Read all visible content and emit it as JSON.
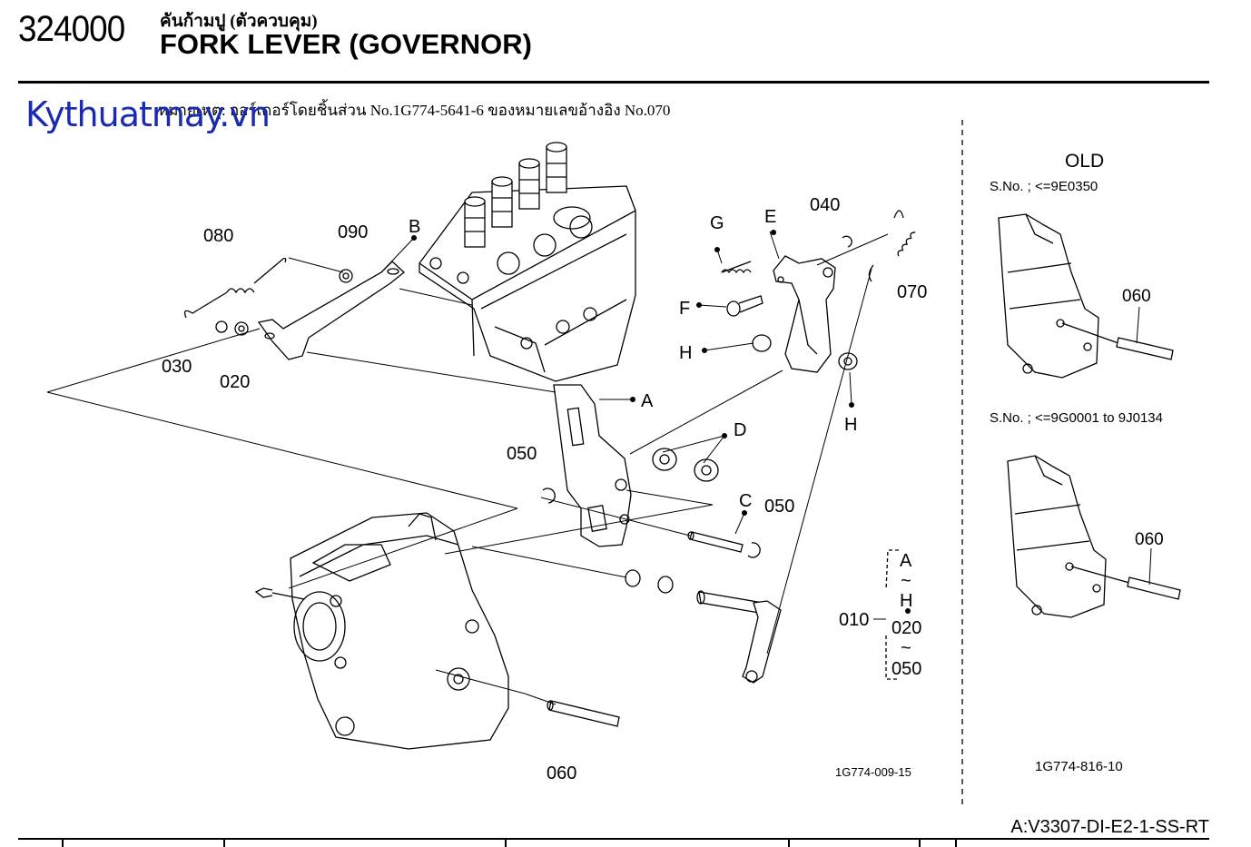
{
  "header": {
    "page_number": "324000",
    "title_thai": "คันก้ามปู (ตัวควบคุม)",
    "title_en": "FORK LEVER (GOVERNOR)"
  },
  "watermark": "Kythuatmay.vn",
  "note": "หมายเหตุ: ออร์เดอร์โดยชิ้นส่วน No.1G774-5641-6 ของหมายเลขอ้างอิง No.070",
  "callouts": {
    "p080": "080",
    "p090": "090",
    "pB": "B",
    "p030": "030",
    "p020": "020",
    "pA": "A",
    "p050a": "050",
    "pD": "D",
    "pC": "C",
    "p050b": "050",
    "pG": "G",
    "pE": "E",
    "p040": "040",
    "p070": "070",
    "pF": "F",
    "pH1": "H",
    "pH2": "H",
    "p060": "060"
  },
  "assembly": {
    "label": "010",
    "r1": "A",
    "tilde1": "~",
    "r2": "H",
    "dot": "·",
    "r3": "020",
    "tilde2": "~",
    "r4": "050"
  },
  "main_figure_code": "1G774-009-15",
  "old_panel": {
    "title": "OLD",
    "serial_1": "S.No. ; <=9E0350",
    "part_1": "060",
    "serial_2": "S.No. ; <=9G0001 to 9J0134",
    "part_2": "060",
    "figure_code": "1G774-816-10"
  },
  "footer": {
    "model_code": "A:V3307-DI-E2-1-SS-RT"
  }
}
